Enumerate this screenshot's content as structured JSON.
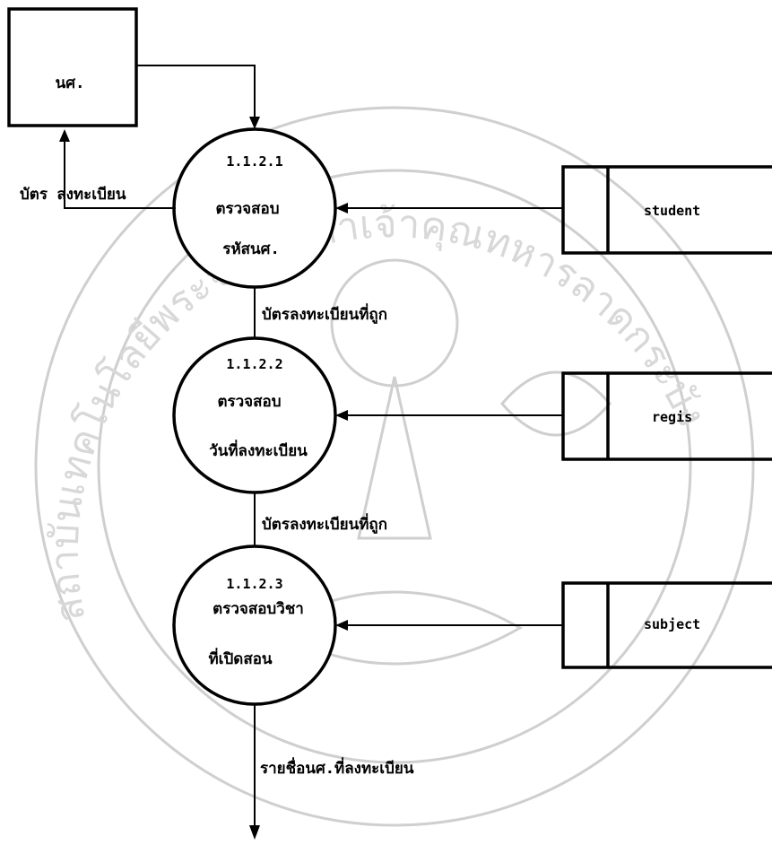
{
  "external_entity": {
    "label": "นศ."
  },
  "processes": [
    {
      "id": "1.1.2.1",
      "line1": "ตรวจสอบ",
      "line2": "รหัสนศ."
    },
    {
      "id": "1.1.2.2",
      "line1": "ตรวจสอบ",
      "line2": "วันที่ลงทะเบียน"
    },
    {
      "id": "1.1.2.3",
      "line1": "ตรวจสอบวิชา",
      "line2": "ที่เปิดสอน"
    }
  ],
  "data_stores": [
    {
      "name": "student"
    },
    {
      "name": "regis"
    },
    {
      "name": "subject"
    }
  ],
  "flows": {
    "card_reject": "บัตร ลงทะเบียน",
    "card_ok_1": "บัตรลงทะเบียนที่ถูก",
    "card_ok_2": "บัตรลงทะเบียนที่ถูก",
    "output": "รายชื่อนศ.ที่ลงทะเบียน"
  },
  "watermark": {
    "text": "สถาบันเทคโนโลยีพระจอมเกล้าเจ้าคุณทหารลาดกระบัง"
  },
  "colors": {
    "ink": "#000000",
    "watermark": "#d0d0d0",
    "background": "#ffffff"
  }
}
